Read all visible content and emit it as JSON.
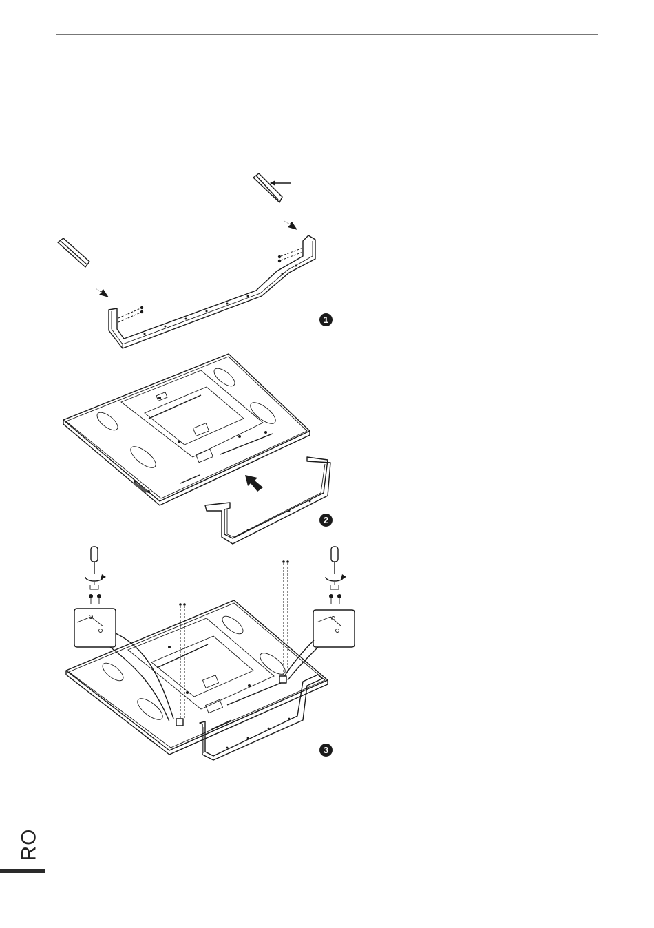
{
  "page": {
    "language_tab": "RO"
  },
  "steps": [
    {
      "number": "1"
    },
    {
      "number": "2"
    },
    {
      "number": "3"
    }
  ],
  "icons": {
    "step1": "stand-base-with-feet-exploded",
    "step2": "tv-back-with-stand-insertion",
    "step3": "tv-back-with-screws-and-screwdriver"
  }
}
